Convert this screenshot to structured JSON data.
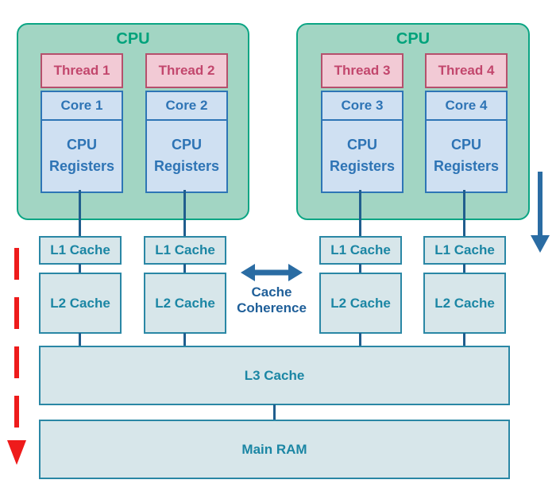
{
  "diagram": {
    "cpus": [
      {
        "title": "CPU",
        "columns": [
          {
            "thread": "Thread 1",
            "core": "Core 1",
            "registers": "CPU Registers",
            "l1": "L1 Cache",
            "l2": "L2 Cache"
          },
          {
            "thread": "Thread 2",
            "core": "Core 2",
            "registers": "CPU Registers",
            "l1": "L1 Cache",
            "l2": "L2 Cache"
          }
        ]
      },
      {
        "title": "CPU",
        "columns": [
          {
            "thread": "Thread 3",
            "core": "Core 3",
            "registers": "CPU Registers",
            "l1": "L1 Cache",
            "l2": "L2 Cache"
          },
          {
            "thread": "Thread 4",
            "core": "Core 4",
            "registers": "CPU Registers",
            "l1": "L1 Cache",
            "l2": "L2 Cache"
          }
        ]
      }
    ],
    "cache_coherence_label": "Cache Coherence",
    "l3_label": "L3 Cache",
    "ram_label": "Main RAM",
    "icons": {
      "coherence_arrow": "double-headed-horizontal-arrow",
      "right_down_arrow": "solid-blue-down-arrow",
      "left_red_arrow": "red-dashed-down-arrow"
    },
    "colors": {
      "cpu_fill": "#a2d5c3",
      "cpu_border": "#0ba584",
      "cpu_text": "#00a27b",
      "thread_fill": "#f2cad5",
      "thread_border": "#b5506c",
      "thread_text": "#c2476d",
      "core_fill": "#cfe0f2",
      "core_border": "#2e75b6",
      "core_text": "#2e74b5",
      "cache_fill": "#d7e6ea",
      "cache_border": "#2a87a5",
      "cache_text": "#1b86a4",
      "connector": "#205e8e",
      "coherence_blue": "#2a6ca3",
      "coherence_text": "#1f5f99",
      "red_arrow": "#ee1b1b"
    }
  }
}
